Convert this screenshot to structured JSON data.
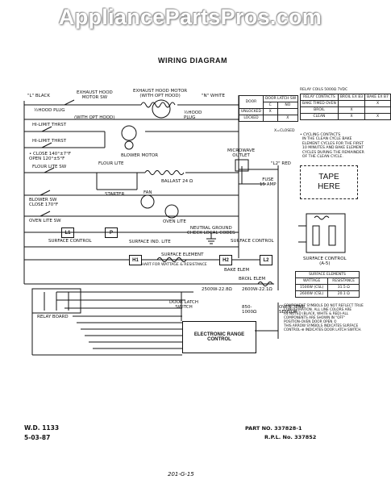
{
  "watermark": "AppliancePartsPros.com",
  "title": "WIRING DIAGRAM",
  "labels": {
    "l1_black": "\"L\" BLACK",
    "n_white": "\"N\" WHITE",
    "exhaust_hood_motor_sw": "EXHAUST HOOD\nMOTOR SW",
    "exhaust_hood_motor": "EXHAUST HOOD MOTOR\n(WITH OPT HOOD)",
    "hood_plug_l": "½HOOD PLUG",
    "hood_plug_r": "½HOOD\nPLUG",
    "with_opt_hood": "(WITH OPT HOOD)",
    "hilimit_1": "HI-LIMIT THRST",
    "hilimit_2": "HI-LIMIT THRST",
    "close_open": "• CLOSE 140°±7°F\nOPEN 120°±5°F",
    "blower_motor": "BLOWER MOTOR",
    "microwave_outlet": "MICROWAVE\nOUTLET",
    "l2_red": "\"L2\" RED",
    "fuse": "FUSE\n15 AMP",
    "flour_lite_sw": "FLOUR LITE SW",
    "flour_lite": "FLOUR LITE",
    "ballast": "BALLAST 24 Ω",
    "starter": "STARTER",
    "blower_sw": "BLOWER SW\nCLOSE 170°F",
    "fan": "FAN",
    "oven_lite_sw": "OVEN LITE SW",
    "oven_lite": "OVEN LITE",
    "neutral_ground": "NEUTRAL GROUND\nCHECK LOCAL CODES",
    "surface_control_l": "SURFACE CONTROL",
    "surface_control_r": "SURFACE CONTROL",
    "surface_ind_lite": "SURFACE IND. LITE",
    "surface_element": "SURFACE ELEMENT",
    "see_chart": "SEE CHART FOR WATTAGE & RESISTANCE",
    "bake_elem": "BAKE ELEM",
    "broil_elem": "BROIL ELEM",
    "door_latch_sw": "DOOR LATCH\nSWITCH",
    "oven_temp_sensor": "OVEN TEMP\nSENSOR",
    "electronic_range": "ELECTRONIC RANGE\nCONTROL",
    "bake_res": "2500W-22.8Ω",
    "broil_res": "2600W-22.1Ω",
    "sensor_res": "850-\n1000Ω",
    "surface_control_2": "SURFACE CONTROL\n(A-5)",
    "relay_board": "RELAY BOARD"
  },
  "boxes": {
    "l1": "L1",
    "p": "P",
    "h1": "H1",
    "h2": "H2",
    "l2": "L2"
  },
  "door_table": {
    "header": [
      "DOOR",
      "DOOR LATCH SW",
      "C",
      "NO"
    ],
    "rows": [
      [
        "UNLOCKED",
        "X",
        ""
      ],
      [
        "LOCKED",
        "",
        "X"
      ]
    ]
  },
  "relay_table": {
    "title": "RELAY COILS 5000Ω 7VDC",
    "header": [
      "RELAY CONTACTS",
      "BROIL EX B3",
      "BAKE EX B7"
    ],
    "rows": [
      [
        "BAKE TIMED OVEN",
        "",
        "X"
      ],
      [
        "BROIL",
        "X",
        ""
      ],
      [
        "CLEAN",
        "X",
        "X"
      ]
    ]
  },
  "cycling_notes": "• CYCLING CONTACTS\n  IN THE CLEAN CYCLE BAKE\n  ELEMENT CYCLES FOR THE FIRST\n  10 MINUTES AND BAKE ELEMENT\n  CYCLES DURING THE REMAINDER\n  OF THE CLEAN CYCLE.",
  "x_closed": "X=CLOSED",
  "tape": [
    "TAPE",
    "HERE"
  ],
  "surface_elements_table": {
    "title": "SURFACE ELEMENTS",
    "header": [
      "WATTAGE",
      "RESISTANCE"
    ],
    "rows": [
      [
        "1500W (CSL)",
        "31.5 Ω"
      ],
      [
        "2600W (CSL)",
        "20.1 Ω"
      ]
    ]
  },
  "component_notes": "COMPONENT SYMBOLS DO NOT REFLECT TRUE\nCONFIGURATION. ALL LINE COLORS ARE\nAS NOTED (BLACK, WHITE & RED)-ALL\nCOMPONENTS ARE SHOWN IN \"OFF\"\nPOSITION-OVEN DOOR OPEN ©\nTHIS ARROW SYMBOLS INDICATES SURFACE\nCONTROL-⊕ INDICATES DOOR LATCH SWITCH.",
  "footer": {
    "wd": "W.D. 1133",
    "date": "5-03-87",
    "part_no": "PART NO. 337828-1",
    "rpl_no": "R.P.L. No. 337852",
    "handwritten": "201-G-15"
  }
}
